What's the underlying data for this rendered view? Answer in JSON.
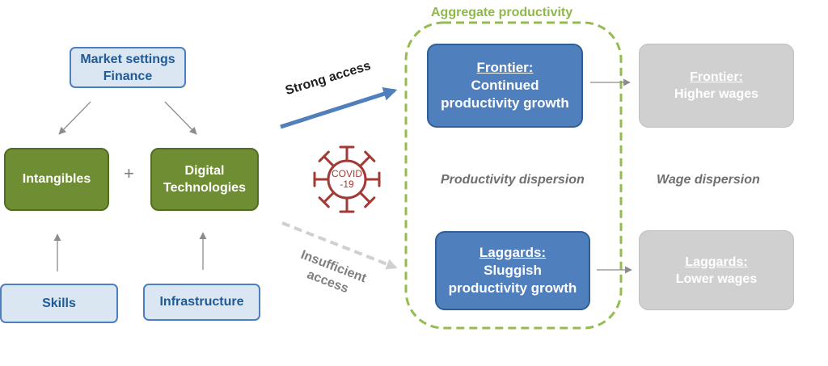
{
  "inputs": {
    "market": {
      "line1": "Market settings",
      "line2": "Finance"
    },
    "intangibles": "Intangibles",
    "plus": "+",
    "digital": {
      "line1": "Digital",
      "line2": "Technologies"
    },
    "skills": "Skills",
    "infrastructure": "Infrastructure"
  },
  "access": {
    "strong": "Strong access",
    "insufficient_line1": "Insufficient",
    "insufficient_line2": "access"
  },
  "covid": {
    "line1": "COVID",
    "line2": "-19"
  },
  "aggregate": {
    "title": "Aggregate productivity",
    "dispersion": "Productivity dispersion"
  },
  "frontier": {
    "heading": "Frontier:",
    "line1": "Continued",
    "line2": "productivity growth"
  },
  "laggards": {
    "heading": "Laggards:",
    "line1": "Sluggish",
    "line2": "productivity growth"
  },
  "wages": {
    "frontier_heading": "Frontier:",
    "frontier_text": "Higher wages",
    "laggards_heading": "Laggards:",
    "laggards_text": "Lower wages",
    "dispersion": "Wage dispersion"
  },
  "colors": {
    "green": "#6f8d32",
    "blue": "#4f7fbd",
    "grey": "#d0d0d0",
    "covid": "#a33a36",
    "aggregate_border": "#93bd4f"
  }
}
